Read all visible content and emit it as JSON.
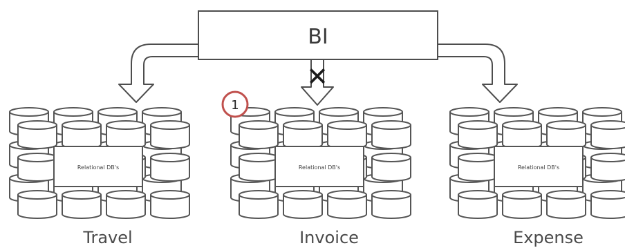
{
  "hub": {
    "label": "BI"
  },
  "blocked_marker": "✕",
  "callout": {
    "number": "1",
    "color": "#c0504d"
  },
  "groups": [
    {
      "name": "Travel",
      "inner_label": "Relational DB's"
    },
    {
      "name": "Invoice",
      "inner_label": "Relational DB's"
    },
    {
      "name": "Expense",
      "inner_label": "Relational DB's"
    }
  ]
}
